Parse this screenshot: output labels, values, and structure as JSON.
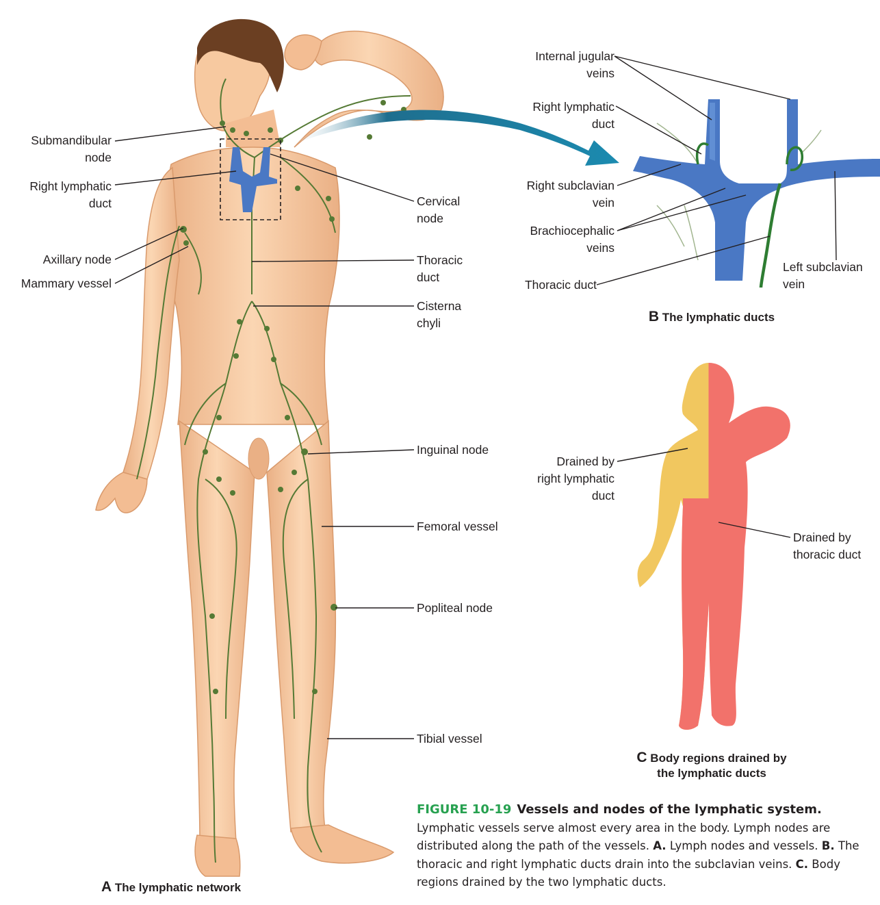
{
  "panel_a": {
    "letter": "A",
    "title": "The lymphatic network",
    "labels": {
      "submandibular": [
        "Submandibular",
        "node"
      ],
      "right_lymphatic_duct": [
        "Right lymphatic",
        "duct"
      ],
      "axillary": [
        "Axillary node"
      ],
      "mammary": [
        "Mammary vessel"
      ],
      "cervical": [
        "Cervical",
        "node"
      ],
      "thoracic": [
        "Thoracic",
        "duct"
      ],
      "cisterna": [
        "Cisterna",
        "chyli"
      ],
      "inguinal": [
        "Inguinal node"
      ],
      "femoral": [
        "Femoral vessel"
      ],
      "popliteal": [
        "Popliteal node"
      ],
      "tibial": [
        "Tibial vessel"
      ]
    }
  },
  "panel_b": {
    "letter": "B",
    "title": "The lymphatic ducts",
    "labels": {
      "internal_jugular": [
        "Internal jugular",
        "veins"
      ],
      "right_lymphatic_duct": [
        "Right lymphatic",
        "duct"
      ],
      "right_subclavian": [
        "Right subclavian",
        "vein"
      ],
      "brachiocephalic": [
        "Brachiocephalic",
        "veins"
      ],
      "thoracic_duct": [
        "Thoracic duct"
      ],
      "left_subclavian": [
        "Left subclavian",
        "vein"
      ]
    }
  },
  "panel_c": {
    "letter": "C",
    "title_line1": "Body regions drained by",
    "title_line2": "the lymphatic ducts",
    "labels": {
      "right_duct_region": [
        "Drained by",
        "right lymphatic",
        "duct"
      ],
      "thoracic_region": [
        "Drained by",
        "thoracic duct"
      ]
    },
    "colors": {
      "right_region": "#f1c75f",
      "thoracic_region": "#f2726b"
    }
  },
  "caption": {
    "figure_number": "FIGURE 10-19",
    "title": "Vessels and nodes of the lymphatic system.",
    "text_1": "Lymphatic vessels serve almost every area in the body. Lymph nodes are distributed along the path of the vessels. ",
    "a": "A.",
    "text_a": " Lymph nodes and vessels. ",
    "b": "B.",
    "text_b": " The thoracic and right lymphatic ducts drain into the subclavian veins. ",
    "c": "C.",
    "text_c": " Body regions drained by the two lymphatic ducts."
  },
  "colors": {
    "skin": "#f7c9a0",
    "skin_shade": "#e9a77b",
    "hair": "#6b3f22",
    "lymph": "#557a35",
    "vein": "#4a78c4",
    "arrow": "#1a6f8c",
    "caption_accent": "#27a150"
  }
}
